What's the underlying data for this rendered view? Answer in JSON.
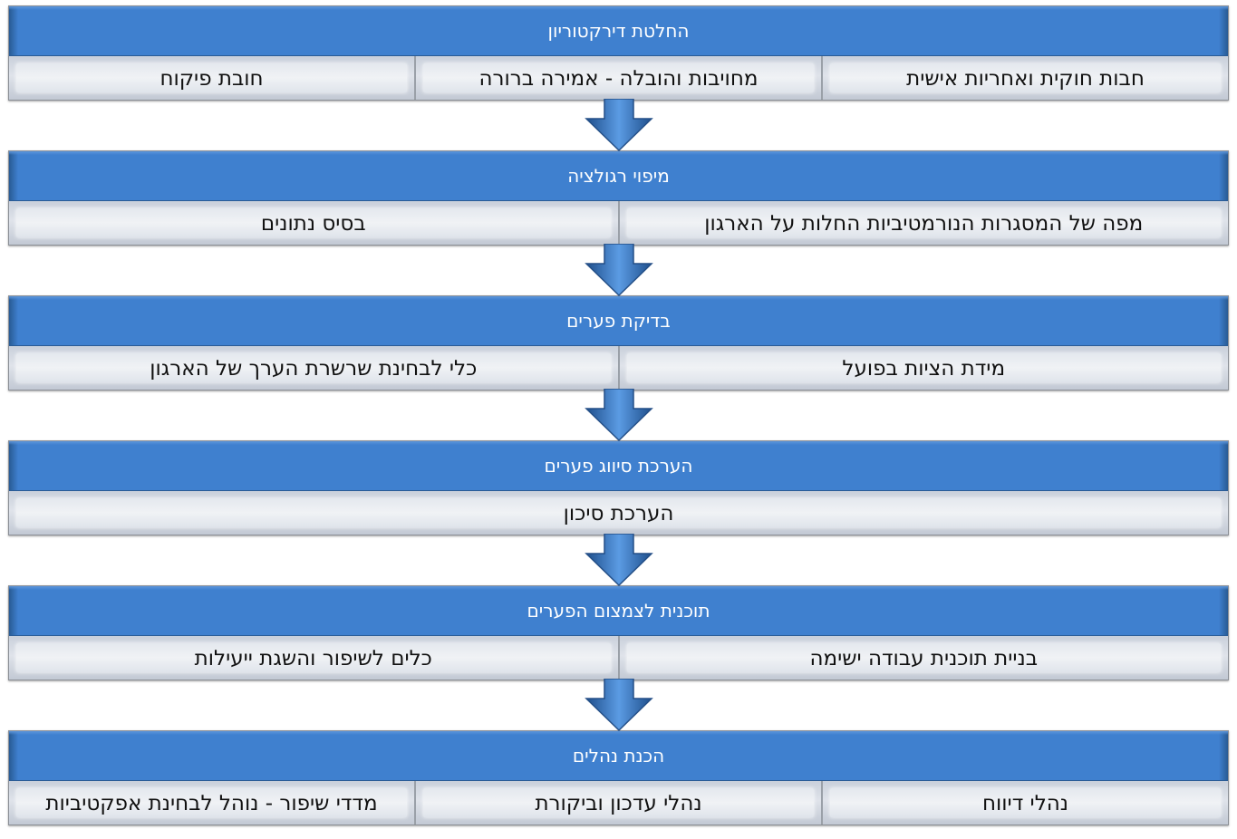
{
  "stages": [
    {
      "title": "החלטת דירקטוריון",
      "items": [
        "חבות חוקית ואחריות אישית",
        "מחויבות והובלה - אמירה ברורה",
        "חובת פיקוח"
      ]
    },
    {
      "title": "מיפוי רגולציה",
      "items": [
        "מפה של המסגרות הנורמטיביות החלות על הארגון",
        "בסיס נתונים"
      ]
    },
    {
      "title": "בדיקת פערים",
      "items": [
        "מידת הציות בפועל",
        "כלי לבחינת שרשרת הערך של הארגון"
      ]
    },
    {
      "title": "הערכת סיווג פערים",
      "items": [
        "הערכת סיכון"
      ]
    },
    {
      "title": "תוכנית לצמצום הפערים",
      "items": [
        "בניית תוכנית עבודה ישימה",
        "כלים לשיפור והשגת ייעילות"
      ]
    },
    {
      "title": "הכנת נהלים",
      "items": [
        "נהלי דיווח",
        "נהלי עדכון וביקורת",
        "מדדי שיפור - נוהל לבחינת אפקטיביות"
      ]
    }
  ],
  "colors": {
    "header": "#3f80cf",
    "header_edge": "#285a93",
    "item_bg": "#dfe3ea",
    "arrow": "#3b78c4"
  },
  "icons": {
    "connector": "down-arrow-icon"
  }
}
